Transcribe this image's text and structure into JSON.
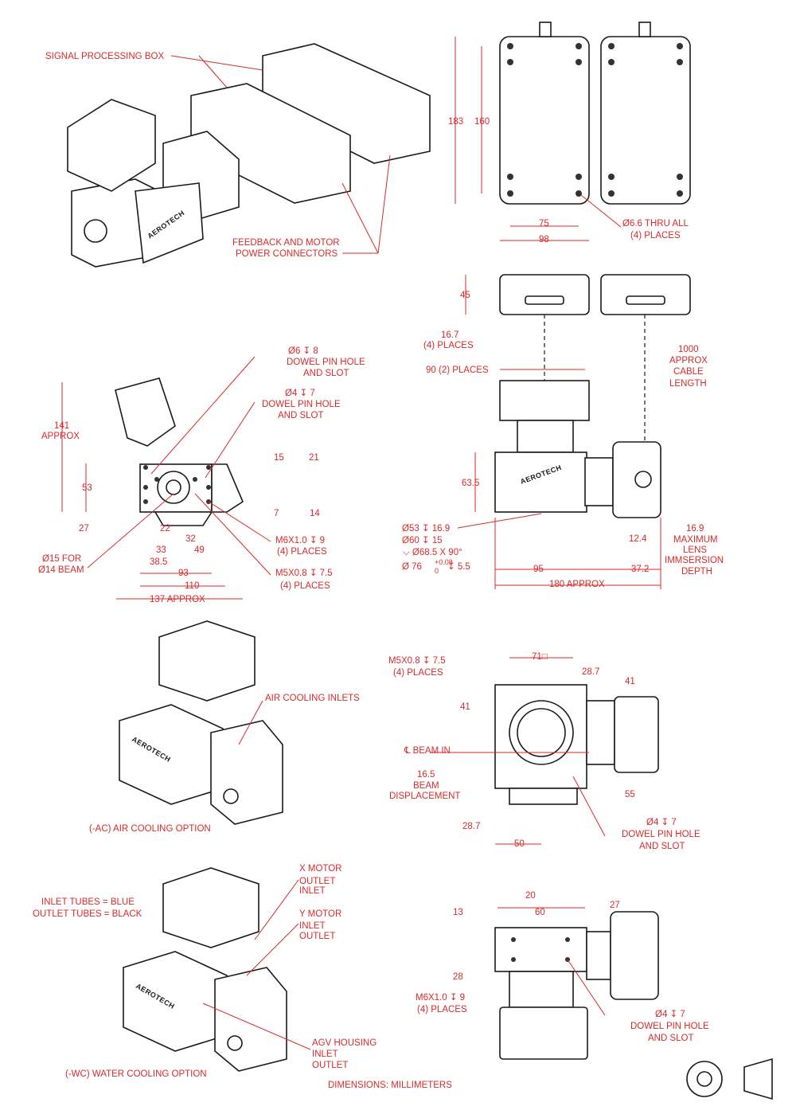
{
  "title": "Aerotech laser scanner head dimensional drawing",
  "brand": "AEROTECH",
  "accent_color": "#d92a2a",
  "labels": [
    "SIGNAL PROCESSING BOX",
    "FEEDBACK AND MOTOR",
    "POWER CONNECTORS",
    "183",
    "160",
    "75",
    "98",
    "Ø6.6 THRU ALL",
    "(4) PLACES",
    "45",
    "16.7",
    "(4) PLACES",
    "90 (2) PLACES",
    "1000",
    "APPROX",
    "CABLE",
    "LENGTH",
    "63.5",
    "Ø53 ↧ 16.9",
    "Ø60  ↧ 15",
    "⌵  Ø68.5 X 90°",
    "Ø 76",
    "+0.08",
    "0",
    "↧ 5.5",
    "12.4",
    "16.9",
    "MAXIMUM",
    "LENS",
    "IMMSERSION",
    "DEPTH",
    "95",
    "37.2",
    "180 APPROX",
    "Ø6 ↧ 8",
    "DOWEL PIN HOLE",
    "AND SLOT",
    "Ø4 ↧ 7",
    "DOWEL PIN HOLE",
    "AND SLOT",
    "141",
    "APPROX",
    "53",
    "15",
    "21",
    "7",
    "14",
    "27",
    "22",
    "32",
    "33",
    "49",
    "38.5",
    "Ø15 FOR",
    "Ø14 BEAM",
    "M6X1.0 ↧ 9",
    "(4) PLACES",
    "M5X0.8 ↧ 7.5",
    "(4) PLACES",
    "93",
    "110",
    "137 APPROX",
    "AIR COOLING INLETS",
    "(-AC) AIR COOLING OPTION",
    "M5X0.8 ↧ 7.5",
    "(4) PLACES",
    "71□",
    "28.7",
    "41",
    "41",
    "℄  BEAM IN",
    "16.5",
    "BEAM",
    "DISPLACEMENT",
    "55",
    "28.7",
    "50",
    "Ø4 ↧ 7",
    "DOWEL PIN HOLE",
    "AND SLOT",
    "X MOTOR",
    "OUTLET",
    "INLET",
    "Y MOTOR",
    "INLET",
    "OUTLET",
    "INLET TUBES = BLUE",
    "OUTLET TUBES = BLACK",
    "AGV HOUSING",
    "INLET",
    "OUTLET",
    "(-WC) WATER COOLING OPTION",
    "DIMENSIONS:  MILLIMETERS",
    "20",
    "60",
    "27",
    "13",
    "28",
    "M6X1.0 ↧ 9",
    "(4) PLACES",
    "Ø4 ↧ 7",
    "DOWEL PIN HOLE",
    "AND SLOT"
  ]
}
